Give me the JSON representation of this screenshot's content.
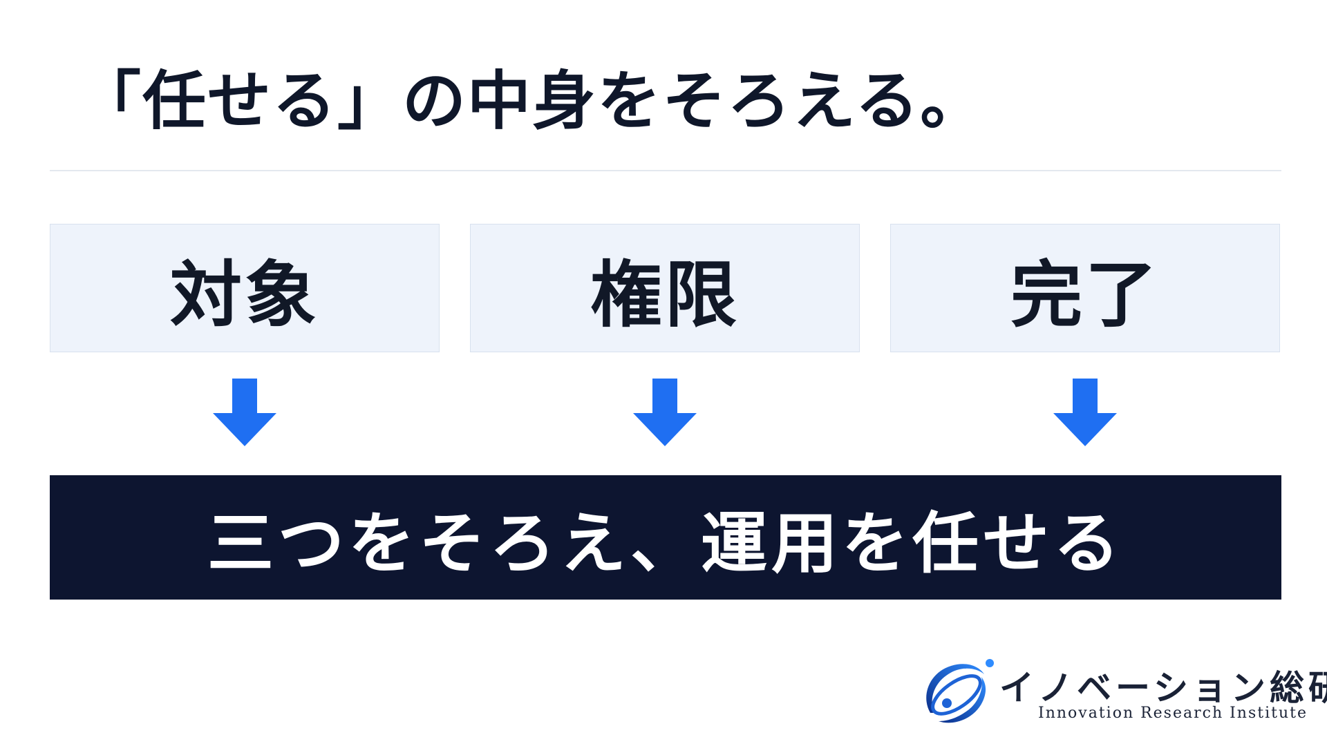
{
  "title": "「任せる」の中身をそろえる。",
  "boxes": [
    {
      "label": "対象"
    },
    {
      "label": "権限"
    },
    {
      "label": "完了"
    }
  ],
  "result": {
    "label": "三つをそろえ、運用を任せる"
  },
  "logo": {
    "jp": "イノベーション総研",
    "en": "Innovation Research Institute"
  },
  "colors": {
    "title_text": "#0f172a",
    "box_fill": "#eef3fb",
    "box_border": "#d8e1ee",
    "arrow": "#1f6ff2",
    "result_fill": "#0d1530",
    "result_text": "#ffffff",
    "logo_blue": "#1e63d6"
  }
}
